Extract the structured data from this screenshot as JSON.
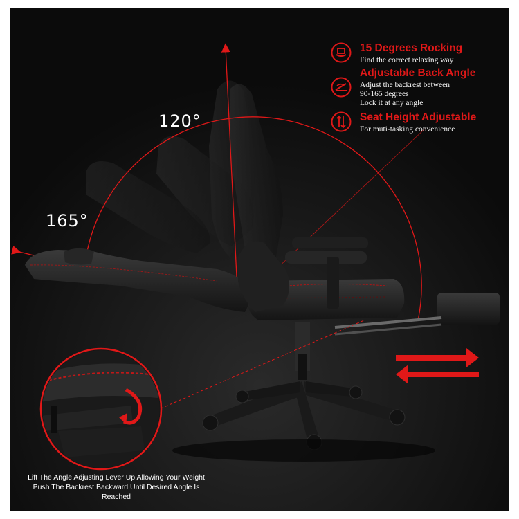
{
  "angles": {
    "upright": "120°",
    "recline": "165°"
  },
  "features": [
    {
      "icon": "rocking-icon",
      "title": "15 Degrees Rocking",
      "description": [
        "Find the correct relaxing way"
      ]
    },
    {
      "icon": "back-angle-icon",
      "title": "Adjustable Back Angle",
      "description": [
        "Adjust the backrest between",
        "90-165 degrees",
        "Lock it at any angle"
      ]
    },
    {
      "icon": "seat-height-icon",
      "title": "Seat Height Adjustable",
      "description": [
        "For muti-tasking convenience"
      ]
    }
  ],
  "caption": "Lift The Angle Adjusting Lever Up Allowing Your Weight Push The Backrest Backward Until Desired Angle Is Reached",
  "colors": {
    "background": "#0b0b0b",
    "accent_red": "#e01818",
    "chair_black": "#1c1c1c",
    "stitch_red": "#b01515"
  }
}
